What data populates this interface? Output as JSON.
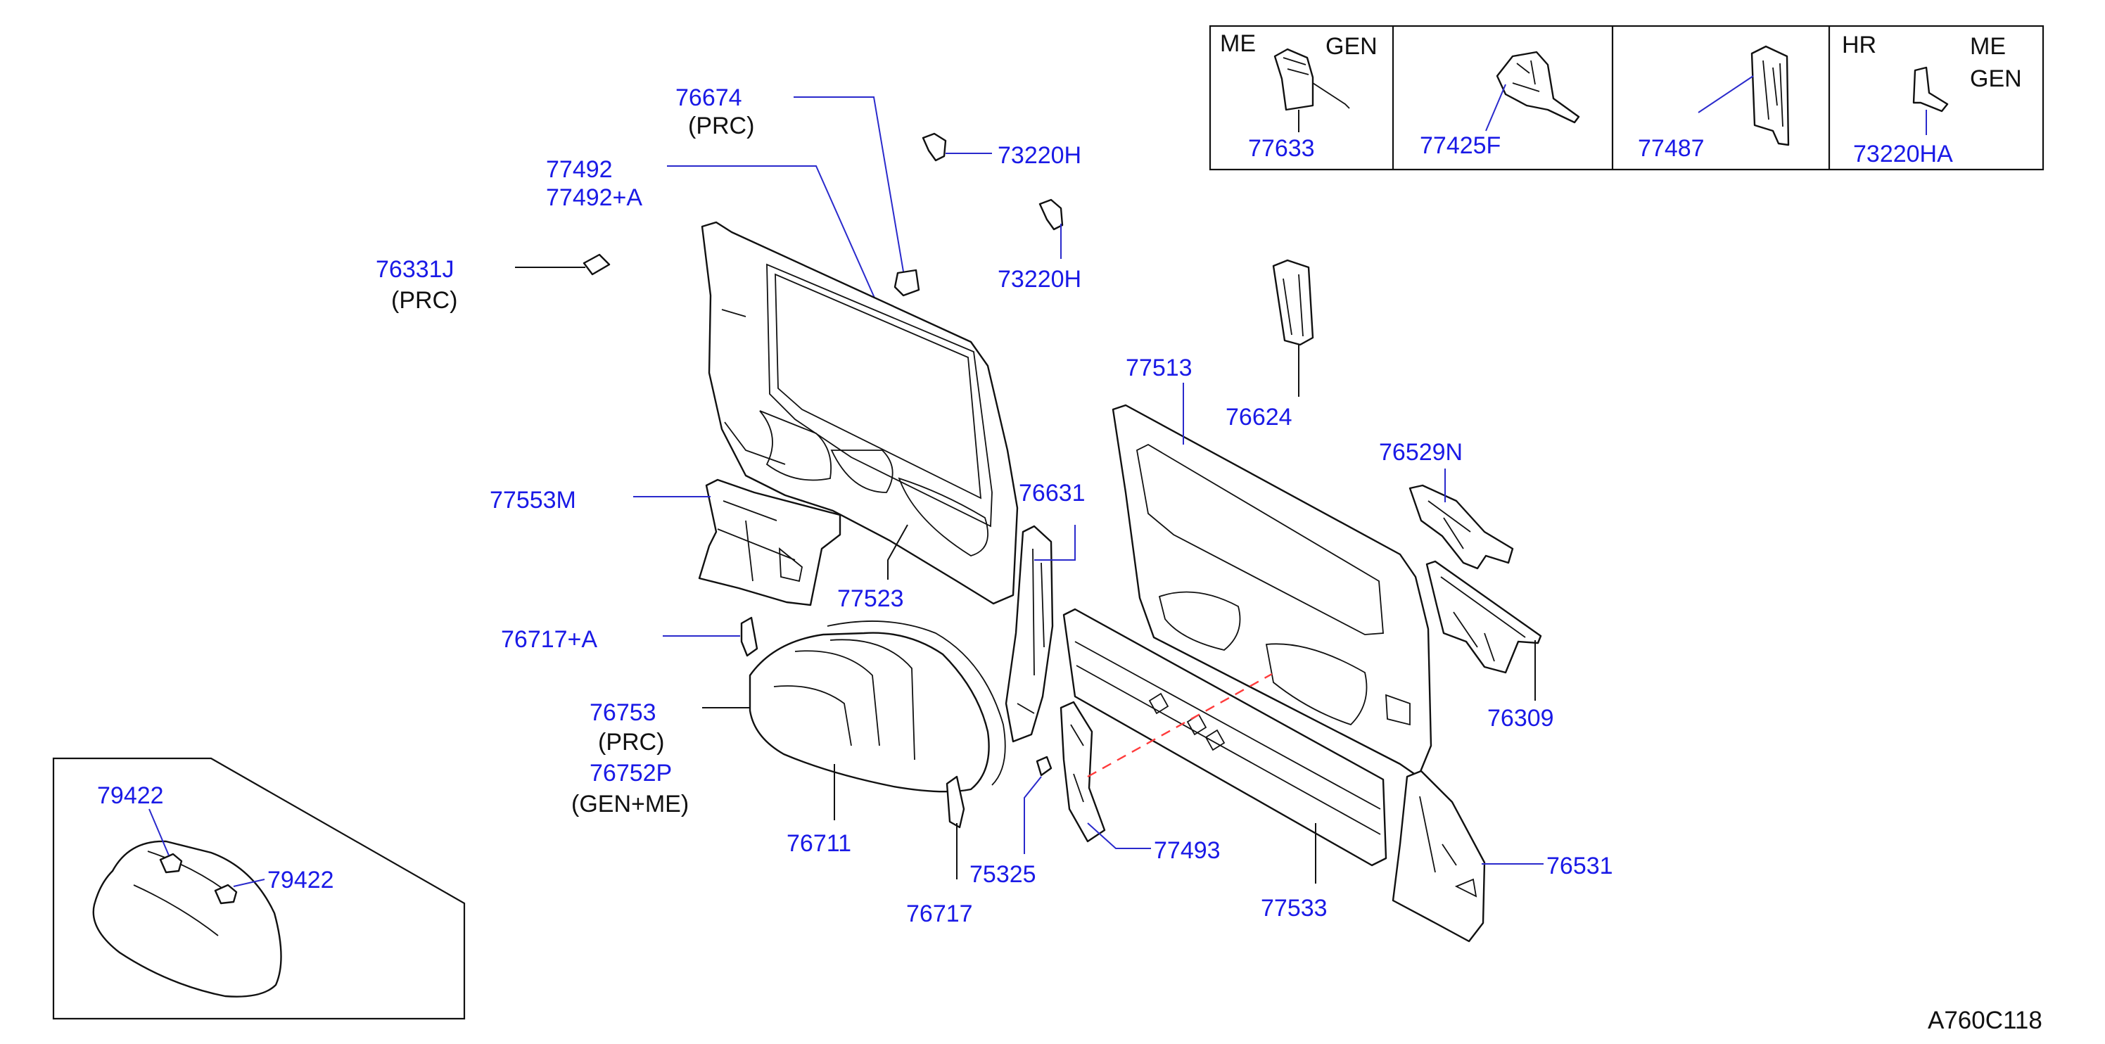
{
  "diagram_code": "A760C118",
  "inset": {
    "cells": [
      {
        "tags": [
          "ME",
          "GEN"
        ],
        "part": "77633"
      },
      {
        "tags": [],
        "part": "77425F"
      },
      {
        "tags": [],
        "part": "77487"
      },
      {
        "tags": [
          "HR",
          "ME",
          "GEN"
        ],
        "part": "73220HA"
      }
    ]
  },
  "callouts": {
    "p76674": "76674",
    "p76674_note": "(PRC)",
    "p73220H_a": "73220H",
    "p73220H_b": "73220H",
    "p77492": "77492",
    "p77492A": "77492+A",
    "p76331J": "76331J",
    "p76331J_note": "(PRC)",
    "p77553M": "77553M",
    "p77523": "77523",
    "p76717A": "76717+A",
    "p76753": "76753",
    "p76753_note": "(PRC)",
    "p76752P": "76752P",
    "p76752P_note": "(GEN+ME)",
    "p76711": "76711",
    "p76717": "76717",
    "p76631": "76631",
    "p75325": "75325",
    "p77493": "77493",
    "p77513": "77513",
    "p77533": "77533",
    "p76624": "76624",
    "p76529N": "76529N",
    "p76309": "76309",
    "p76531": "76531",
    "p79422_a": "79422",
    "p79422_b": "79422"
  }
}
